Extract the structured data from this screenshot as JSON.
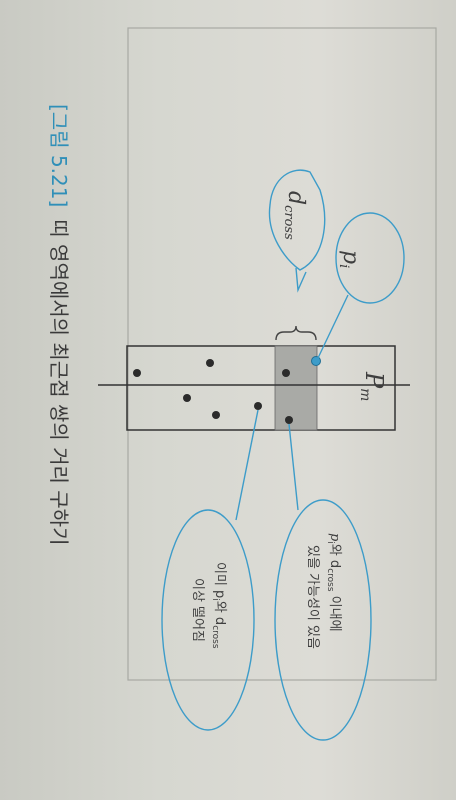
{
  "figure": {
    "caption_number": "[그림 5.21]",
    "caption_text": "띠 영역에서의 최근접 쌍의 거리 구하기"
  },
  "labels": {
    "p_i": "p",
    "p_i_sub": "i",
    "d_cross": "d",
    "d_cross_sub": "cross",
    "p_m": "P",
    "p_m_sub": "m"
  },
  "callouts": {
    "possible_line1_a": "p",
    "possible_line1_b": "i",
    "possible_line1_c": "와 d",
    "possible_line1_d": "cross",
    "possible_line1_e": " 이내에",
    "possible_line2": "있을 가능성이 있음",
    "farther_line1": "이미 p",
    "farther_line1_b": "i",
    "farther_line1_c": "와 d",
    "farther_line1_d": "cross",
    "farther_line2": "이상 떨어짐"
  },
  "colors": {
    "accent": "#3d9cc9",
    "caption": "#2f8fb8",
    "point": "#2b2b2b",
    "band_fill": "#a9aaa6"
  }
}
